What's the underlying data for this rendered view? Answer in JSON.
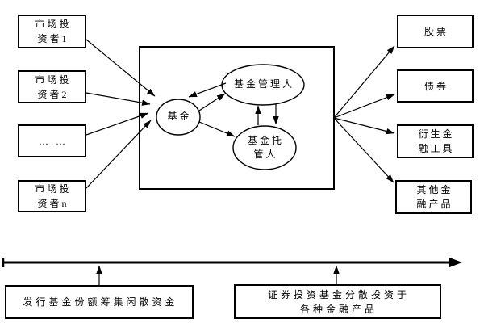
{
  "nodes": {
    "investors": [
      {
        "lines": [
          "市场投",
          "资者1"
        ]
      },
      {
        "lines": [
          "市场投",
          "资者2"
        ]
      },
      {
        "lines": [
          "… …"
        ]
      },
      {
        "lines": [
          "市场投",
          "资者n"
        ]
      }
    ],
    "fund": "基金",
    "manager": "基金管理人",
    "custodian": {
      "lines": [
        "基金托",
        "管人"
      ]
    },
    "products": [
      {
        "lines": [
          "股票"
        ]
      },
      {
        "lines": [
          "债券"
        ]
      },
      {
        "lines": [
          "衍生金",
          "融工具"
        ]
      },
      {
        "lines": [
          "其他金",
          "融产品"
        ]
      }
    ]
  },
  "timeline": {
    "left_note": {
      "lines": [
        "发行基金份额筹集闲散资金"
      ]
    },
    "right_note": {
      "lines": [
        "证券投资基金分散投资于",
        "各种金融产品"
      ]
    }
  },
  "colors": {
    "stroke": "#000000",
    "background": "#ffffff"
  }
}
